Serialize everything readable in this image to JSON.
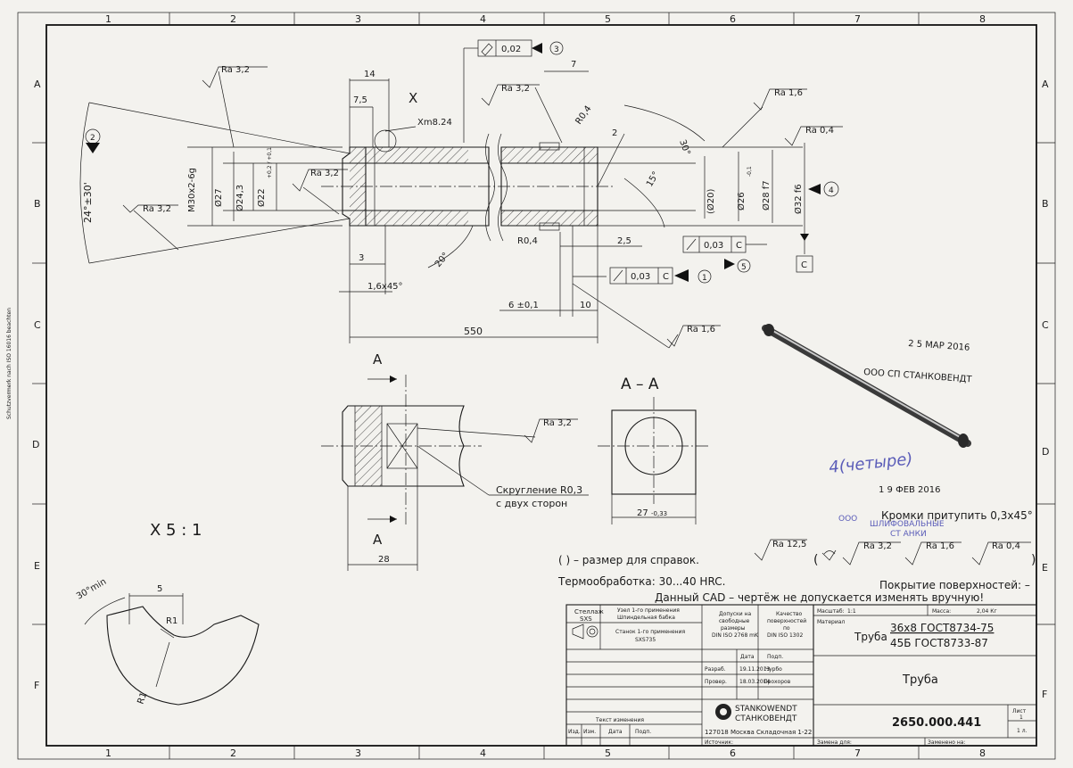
{
  "grid": {
    "cols": [
      "1",
      "2",
      "3",
      "4",
      "5",
      "6",
      "7",
      "8"
    ],
    "rows": [
      "A",
      "B",
      "C",
      "D",
      "E",
      "F"
    ]
  },
  "side_note": "Schutzvermerk nach ISO 16016 beachten",
  "roughness": {
    "ra32": "Ra 3,2",
    "ra16": "Ra 1,6",
    "ra04": "Ra 0,4",
    "ra125": "Ra 12,5"
  },
  "dimensions": {
    "d14": "14",
    "d7_5": "7,5",
    "dX": "X",
    "xmb": "Xm8.24",
    "d7": "7",
    "r04": "R0,4",
    "d2": "2",
    "d30deg": "30°",
    "d24deg": "24°±30'",
    "m30": "M30x2-6g",
    "d27": "Ø27",
    "d243": "Ø24,3",
    "d22": "Ø22",
    "d22tol": "+0,2 / +0,1",
    "d20": "(Ø20)",
    "d26": "Ø26",
    "d26tol": "-0,1",
    "d28f7": "Ø28 f7",
    "d32f6": "Ø32 f6",
    "d15deg": "15°",
    "d20deg": "20°",
    "d3": "3",
    "chamfer": "1,6x45°",
    "r04b": "R0,4",
    "d25": "2,5",
    "d6": "6 ±0,1",
    "d10": "10",
    "d550": "550"
  },
  "tolerances": {
    "tol1": {
      "value": "0,02",
      "mark": "3"
    },
    "tol2": {
      "value": "0,03",
      "datum": "C",
      "mark": "5"
    },
    "tol3": {
      "value": "0,03",
      "datum": "C",
      "mark": "1"
    },
    "datum_c": "C",
    "mark2": "2",
    "mark4": "4"
  },
  "section": {
    "a1": "A",
    "a2": "A",
    "title": "A – A",
    "width": "27",
    "width_tol": "-0,33",
    "w28": "28",
    "rounding1": "Скругление R0,3",
    "rounding2": "с двух сторон"
  },
  "detail": {
    "scale": "X 5 : 1",
    "angle": "30°min",
    "d5": "5",
    "r1a": "R1",
    "r1b": "R1"
  },
  "notes": {
    "edges": "Кромки притупить 0,3x45°",
    "reference": "(     ) – размер для справок.",
    "heat": "Термообработка: 30...40 HRC.",
    "coating": "Покрытие поверхностей: –",
    "cad": "Данный CAD – чертёж не допускается изменять вручную!"
  },
  "stamps": {
    "date1": "2 5 МАР 2016",
    "org": "ООО  СП  СТАНКОВЕНДТ",
    "handwritten": "4(четыре)",
    "date2": "1 9 ФЕВ 2016",
    "ooo": "ООО",
    "dept1": "ШЛИФОВАЛЬНЫЕ",
    "dept2": "СТ        АНКИ"
  },
  "title_block": {
    "shelf_h": "Стеллаж",
    "shelf_v": "SXS",
    "unit_h": "Узел 1-го применения",
    "unit_v": "Шпиндельная бабка",
    "machine_h": "Станок 1-го применения",
    "machine_v": "SXS735",
    "tol1": "Допуски на",
    "tol2": "свободные",
    "tol3": "размеры",
    "tol4": "DIN ISO 2768 mK",
    "qual1": "Качество",
    "qual2": "поверхностей",
    "qual3": "по",
    "qual4": "DIN ISO 1302",
    "scale_label": "Масштаб:",
    "scale_val": "1:1",
    "mass_label": "Масса:",
    "mass_val": "2,04 Кг",
    "material_label": "Материал",
    "material_name": "Труба",
    "mat1": "36x8 ГОСТ8734-75",
    "mat2": "45Б ГОСТ8733-87",
    "date_h": "Дата",
    "sign_h": "Подп.",
    "dev_label": "Разраб.",
    "dev_date": "19.11.2013",
    "dev_name": "Чурбо",
    "chk_label": "Провер.",
    "chk_date": "18.03.2014",
    "chk_name": "Прохоров",
    "part_name": "Труба",
    "changes": "Текст изменения",
    "col_izd": "Изд.",
    "col_izm": "Изм.",
    "col_date": "Дата",
    "col_sign": "Подп.",
    "company1": "STANKOWENDT",
    "company2": "СТАНКОВЕНДТ",
    "address": "127018 Москва Складочная 1-22",
    "source": "Источник:",
    "doc_number": "2650.000.441",
    "sheet_label": "Лист",
    "sheet_num": "1",
    "sheets": "1 л.",
    "replace_for": "Замена для:",
    "replaced_by": "Заменено на:"
  }
}
